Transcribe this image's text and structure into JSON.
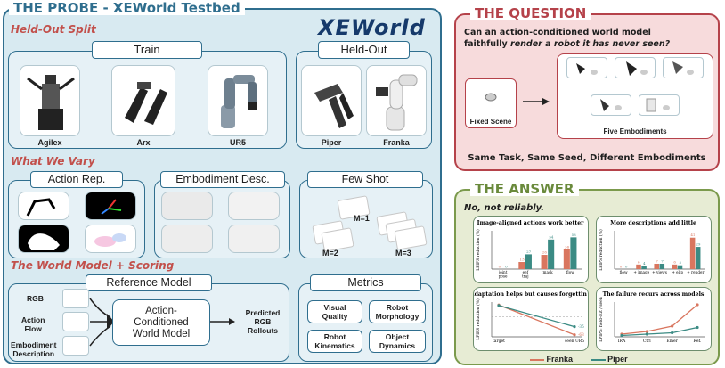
{
  "colors": {
    "probe": "#2f6e8e",
    "question": "#b5424a",
    "answer": "#7b9a4c",
    "franka": "#d9765f",
    "piper": "#3b8b84",
    "accent_red": "#c2504b"
  },
  "probe": {
    "title": "THE PROBE - XEWorld Testbed",
    "logo": "XEWorld",
    "held_out_split": "Held-Out Split",
    "train_label": "Train",
    "heldout_label": "Held-Out",
    "train_robots": [
      "Agilex",
      "Arx",
      "UR5"
    ],
    "heldout_robots": [
      "Piper",
      "Franka"
    ],
    "what_we_vary": "What We Vary",
    "action_rep": "Action Rep.",
    "embodiment_desc": "Embodiment Desc.",
    "few_shot": "Few Shot",
    "m1": "M=1",
    "m2": "M=2",
    "m3": "M=3",
    "wm_scoring": "The World Model + Scoring",
    "reference_model": "Reference Model",
    "inputs": [
      "RGB",
      "Action\nFlow",
      "Embodiment\nDescription"
    ],
    "model_name": "Action-\nConditioned\nWorld Model",
    "output": "Predicted\nRGB\nRollouts",
    "metrics_label": "Metrics",
    "metrics": [
      "Visual\nQuality",
      "Robot\nMorphology",
      "Robot\nKinematics",
      "Object\nDynamics"
    ]
  },
  "question": {
    "title": "THE QUESTION",
    "text_line1": "Can an action-conditioned world model",
    "text_line2_a": "faithfully ",
    "text_line2_b": "render a robot it has never seen?",
    "fixed_scene": "Fixed Scene",
    "five_emb": "Five Embodiments",
    "footer": "Same Task, Same Seed, Different Embodiments"
  },
  "answer": {
    "title": "THE ANSWER",
    "subtitle": "No, not reliably.",
    "legend": [
      "Franka",
      "Piper"
    ]
  },
  "chart_data": [
    {
      "type": "bar",
      "title": "Image-aligned actions work better",
      "ylabel": "LPIPS reduction (%)",
      "categories": [
        "joint\npose",
        "eef\ntraj",
        "mask",
        "flow"
      ],
      "series": [
        {
          "name": "Franka",
          "values": [
            0,
            13,
            26,
            36
          ]
        },
        {
          "name": "Piper",
          "values": [
            0,
            27,
            54,
            58
          ]
        }
      ],
      "labels": [
        [
          "0",
          "13",
          "26",
          "36"
        ],
        [
          "0",
          "27",
          "54",
          "58"
        ]
      ],
      "ylim": [
        0,
        70
      ]
    },
    {
      "type": "bar",
      "title": "More descriptions add little",
      "ylabel": "LPIPS reduction (%)",
      "categories": [
        "flow",
        "+ image",
        "+ views",
        "+ ellp",
        "+ render"
      ],
      "series": [
        {
          "name": "Franka",
          "values": [
            0,
            6,
            7,
            6,
            41
          ]
        },
        {
          "name": "Piper",
          "values": [
            0,
            4,
            7,
            5,
            29
          ]
        }
      ],
      "labels": [
        [
          "0",
          "6",
          "7",
          "6",
          "41"
        ],
        [
          "0",
          "4",
          "7",
          "5",
          "29"
        ]
      ],
      "ylim": [
        0,
        50
      ]
    },
    {
      "type": "line",
      "title": "Adaptation helps but causes forgetting",
      "ylabel": "LPIPS reduction (%)",
      "categories": [
        "target",
        "seen UR5"
      ],
      "series": [
        {
          "name": "Franka",
          "values": [
            40,
            -63
          ]
        },
        {
          "name": "Piper",
          "values": [
            38,
            -35
          ]
        }
      ],
      "labels": [
        [
          "",
          "-63"
        ],
        [
          "",
          "-35"
        ]
      ],
      "ylim": [
        -70,
        50
      ]
    },
    {
      "type": "line",
      "title": "The failure recurs across models",
      "ylabel": "LPIPS: held-out / seen",
      "categories": [
        "IRA",
        "Ctrl",
        "Emer",
        "Ref."
      ],
      "series": [
        {
          "name": "Franka",
          "values": [
            1.2,
            1.4,
            1.8,
            3.4
          ]
        },
        {
          "name": "Piper",
          "values": [
            1.1,
            1.2,
            1.3,
            1.7
          ]
        }
      ],
      "ylim": [
        1,
        3.6
      ]
    }
  ]
}
